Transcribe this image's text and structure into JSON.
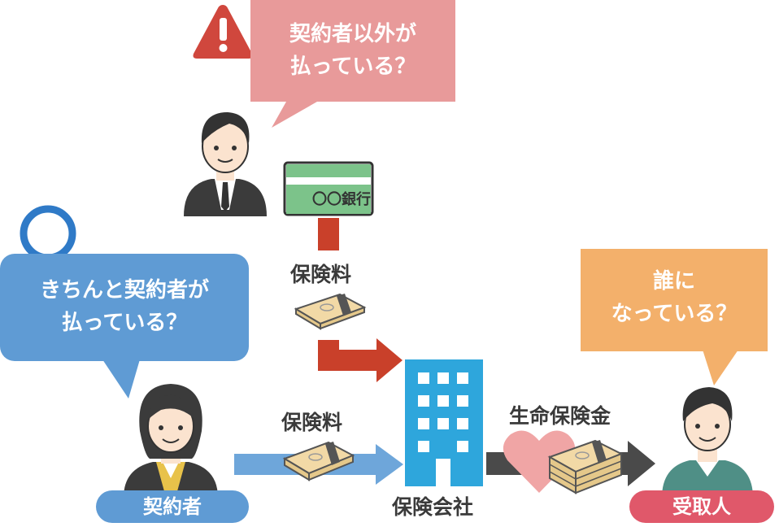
{
  "top_bubble": {
    "line1": "契約者以外が",
    "line2": "払っている？"
  },
  "left_bubble": {
    "line1": "きちんと契約者が",
    "line2": "払っている？"
  },
  "right_bubble": {
    "line1": "誰に",
    "line2": "なっている？"
  },
  "bank_card": {
    "text": "〇〇銀行"
  },
  "labels": {
    "premium_top": "保険料",
    "premium_bottom": "保険料",
    "benefit": "生命保険金",
    "company": "保険会社"
  },
  "pills": {
    "contractor": "契約者",
    "recipient": "受取人"
  },
  "colors": {
    "warning_red": "#d0473d",
    "top_bubble": "#e89a9a",
    "left_bubble": "#5f9bd4",
    "right_bubble": "#f3b06b",
    "circle_blue": "#2f7ac7",
    "arrow_red": "#c9402a",
    "arrow_blue": "#6ea6da",
    "arrow_dark": "#4a4a4a",
    "building": "#2ea6dc",
    "card_green": "#7cc38a",
    "heart": "#f0a5a5",
    "money": "#f2d9a6",
    "pill_contractor": "#5f9bd4",
    "pill_recipient": "#e0586a"
  }
}
